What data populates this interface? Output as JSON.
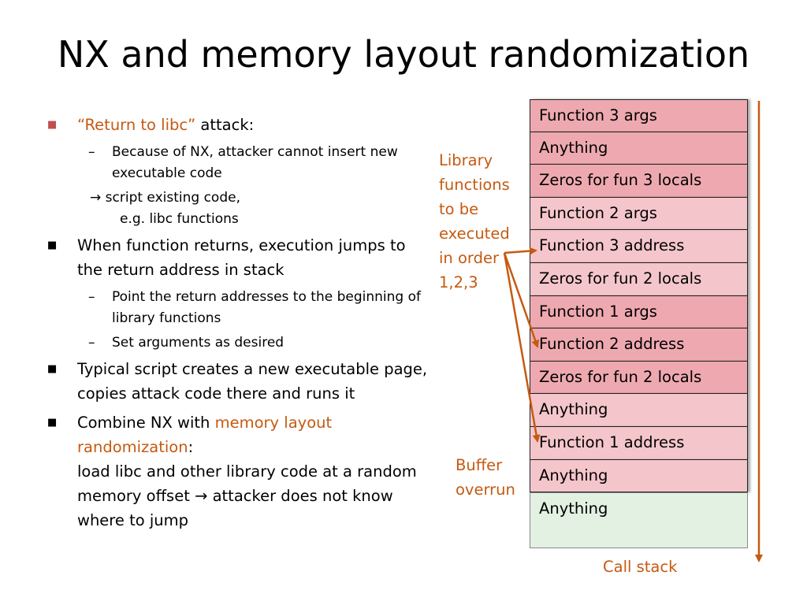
{
  "slide": {
    "title": "NX and memory layout randomization"
  },
  "bullets": {
    "b1_quote": "“Return to libc”",
    "b1_rest": " attack:",
    "b1_sub1": "Because of NX, attacker cannot insert new executable code",
    "b1_sub2_line1": " script existing code,",
    "b1_sub2_line2": "e.g. libc functions",
    "b2_text": "When function returns, execution jumps to the return address in stack",
    "b2_sub1": "Point the return addresses to the beginning of library functions",
    "b2_sub2": "Set arguments as desired",
    "b3_text": "Typical script creates a new executable page, copies attack code there and  runs it",
    "b4_prefix": "Combine NX with ",
    "b4_highlight": "memory layout randomization",
    "b4_colon": ":",
    "b4_rest_a": "load libc and other library code at a random memory offset ",
    "b4_rest_b": " attacker does not know where to jump"
  },
  "labels": {
    "library": [
      "Library",
      "functions",
      "to be",
      "executed",
      "in order",
      "1,2,3"
    ],
    "buffer": [
      "Buffer",
      "overrun"
    ],
    "call_stack": "Call stack"
  },
  "stack": [
    {
      "label": "Function 3 args",
      "shade": "dark"
    },
    {
      "label": "Anything",
      "shade": "dark"
    },
    {
      "label": "Zeros for fun 3 locals",
      "shade": "dark"
    },
    {
      "label": "Function 2 args",
      "shade": "light"
    },
    {
      "label": "Function 3 address",
      "shade": "light"
    },
    {
      "label": "Zeros for fun 2 locals",
      "shade": "light"
    },
    {
      "label": "Function 1 args",
      "shade": "dark"
    },
    {
      "label": "Function 2 address",
      "shade": "dark"
    },
    {
      "label": "Zeros for fun 2 locals",
      "shade": "dark"
    },
    {
      "label": "Anything",
      "shade": "light"
    },
    {
      "label": "Function 1 address",
      "shade": "light"
    },
    {
      "label": "Anything",
      "shade": "light"
    },
    {
      "label": "Anything",
      "shade": "green"
    }
  ],
  "colors": {
    "accent": "#c55a11",
    "pink_dark": "#eea9b0",
    "pink_light": "#f4c6cb",
    "green": "#e3f1e3"
  }
}
